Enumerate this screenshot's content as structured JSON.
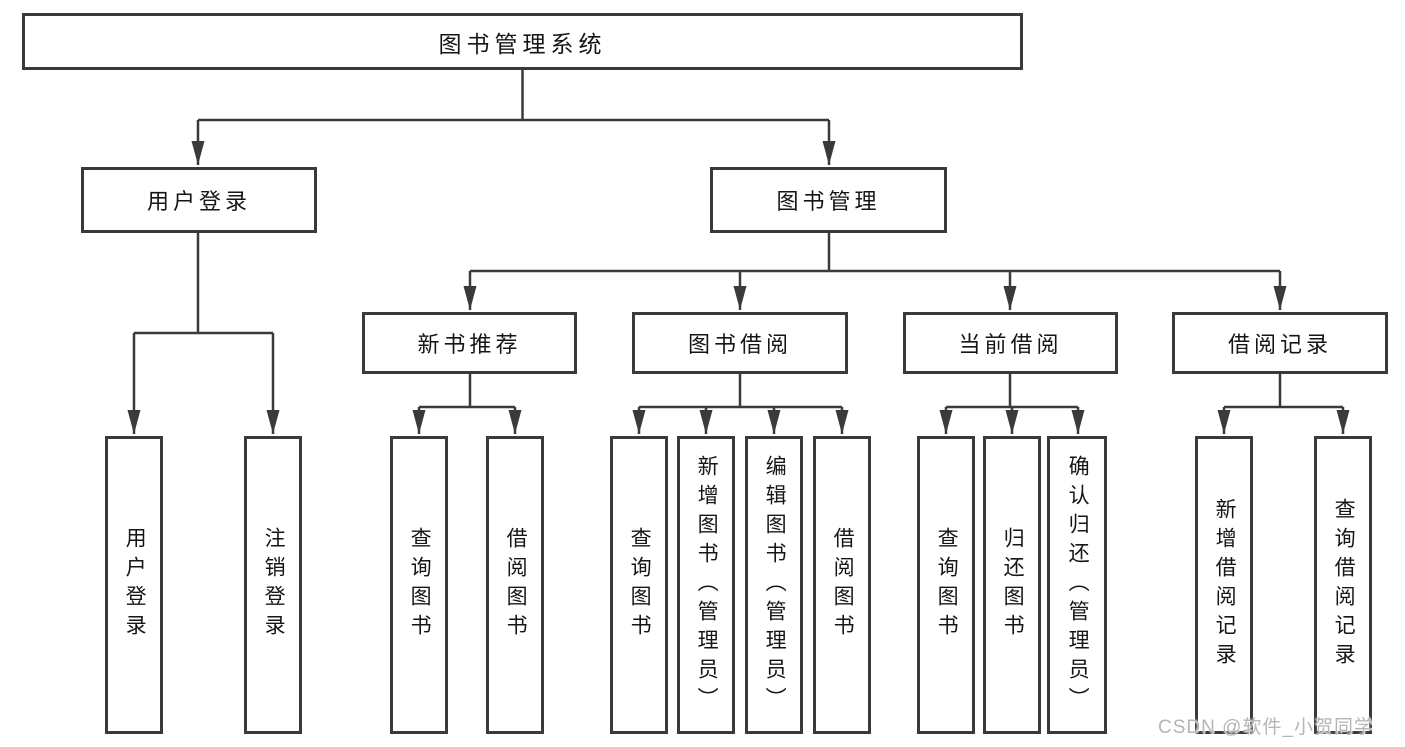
{
  "root": {
    "label": "图书管理系统"
  },
  "user_login": {
    "label": "用户登录",
    "children": [
      {
        "label": "用户登录"
      },
      {
        "label": "注销登录"
      }
    ]
  },
  "book_mgmt": {
    "label": "图书管理",
    "sections": [
      {
        "label": "新书推荐",
        "children": [
          {
            "label": "查询图书"
          },
          {
            "label": "借阅图书"
          }
        ]
      },
      {
        "label": "图书借阅",
        "children": [
          {
            "label": "查询图书"
          },
          {
            "label": "新增图书（管理员）"
          },
          {
            "label": "编辑图书（管理员）"
          },
          {
            "label": "借阅图书"
          }
        ]
      },
      {
        "label": "当前借阅",
        "children": [
          {
            "label": "查询图书"
          },
          {
            "label": "归还图书"
          },
          {
            "label": "确认归还（管理员）"
          }
        ]
      },
      {
        "label": "借阅记录",
        "children": [
          {
            "label": "新增借阅记录"
          },
          {
            "label": "查询借阅记录"
          }
        ]
      }
    ]
  },
  "watermark": "CSDN @软件_小贺同学",
  "colors": {
    "line": "#3a3a3e",
    "box_border": "#3a3a3e",
    "text": "#161616",
    "watermark": "#b5b5ba",
    "background": "#ffffff"
  }
}
